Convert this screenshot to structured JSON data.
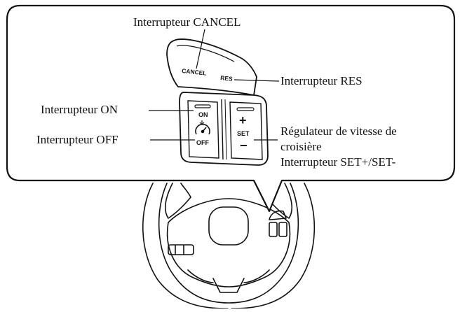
{
  "labels": {
    "cancel_switch": "Interrupteur CANCEL",
    "res_switch": "Interrupteur RES",
    "on_switch": "Interrupteur ON",
    "off_switch": "Interrupteur OFF",
    "cruise_control_line1": "Régulateur de vitesse de",
    "cruise_control_line2": "croisière",
    "set_switch": "Interrupteur SET+/SET-"
  },
  "button_text": {
    "cancel": "CANCEL",
    "res": "RES",
    "on": "ON",
    "off": "OFF",
    "plus": "+",
    "set": "SET",
    "minus": "−"
  }
}
